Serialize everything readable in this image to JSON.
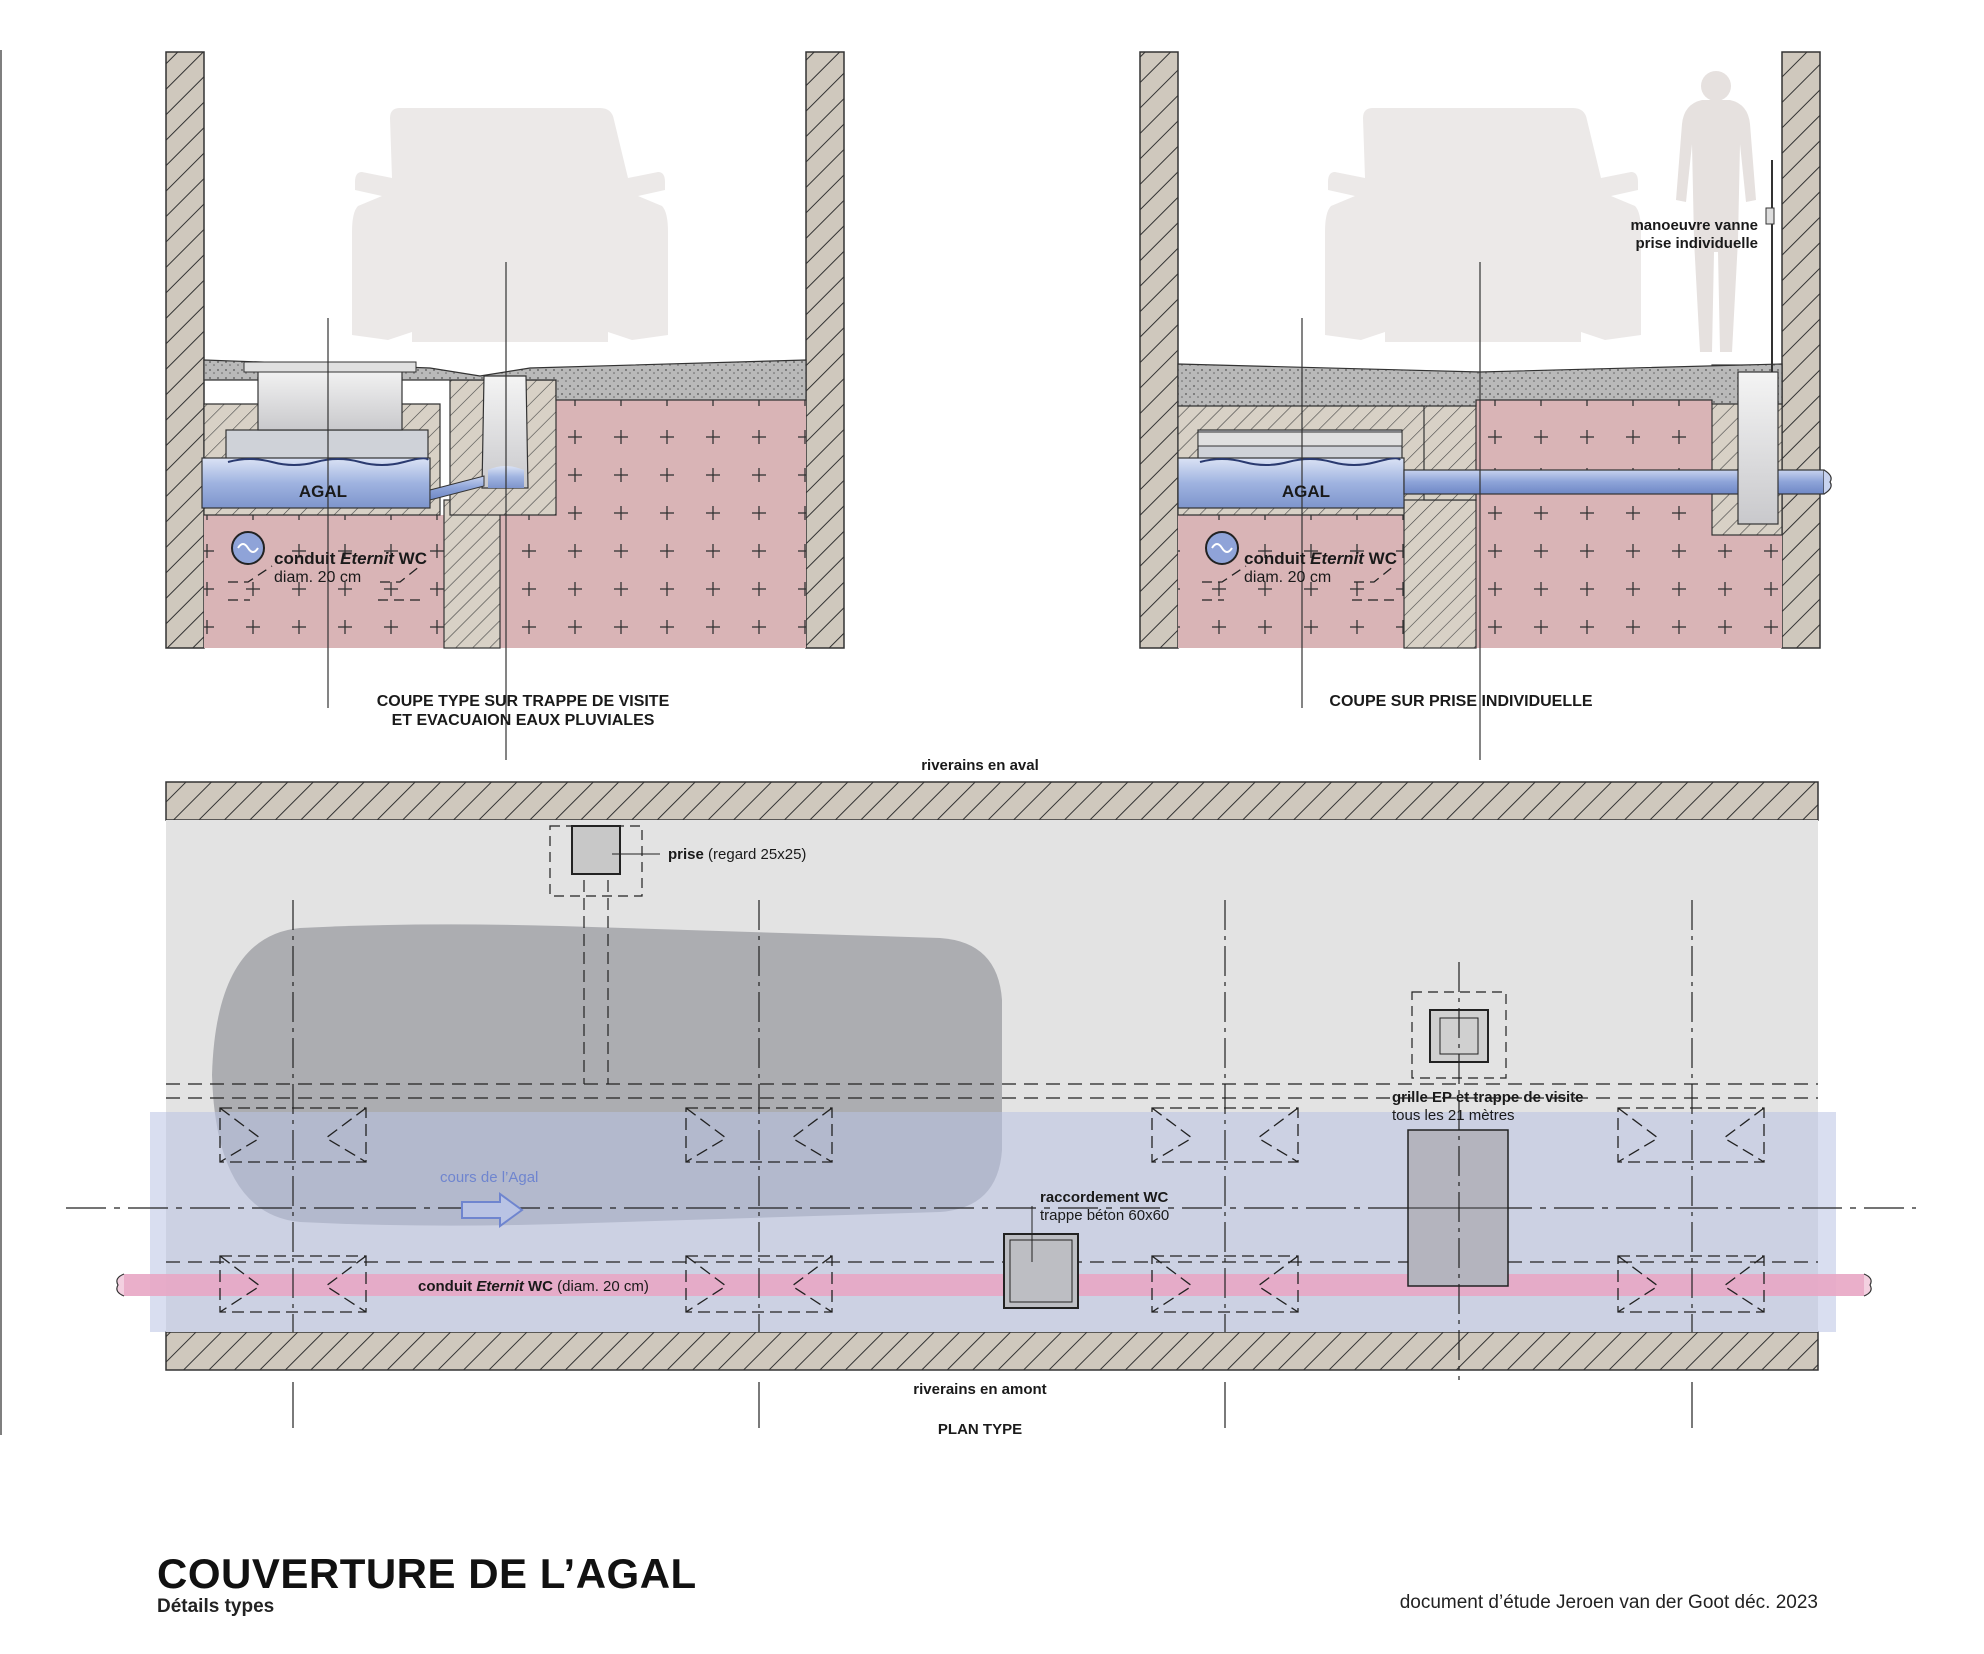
{
  "section1": {
    "title_line1": "COUPE TYPE SUR TRAPPE DE VISITE",
    "title_line2": "ET EVACUAION EAUX PLUVIALES",
    "channel_label": "AGAL",
    "pipe_label_prefix": "conduit ",
    "pipe_label_brand": "Eternit",
    "pipe_label_suffix": " WC",
    "pipe_diameter": "diam. 20 cm"
  },
  "section2": {
    "title": "COUPE SUR PRISE INDIVIDUELLE",
    "channel_label": "AGAL",
    "pipe_label_prefix": "conduit ",
    "pipe_label_brand": "Eternit",
    "pipe_label_suffix": " WC",
    "pipe_diameter": "diam. 20 cm",
    "valve_line1": "manoeuvre vanne",
    "valve_line2": "prise individuelle"
  },
  "plan": {
    "title": "PLAN TYPE",
    "top_side": "riverains en aval",
    "bottom_side": "riverains en amont",
    "prise_bold": "prise",
    "prise_rest": " (regard 25x25)",
    "grille_line1": "grille EP et trappe de visite",
    "grille_line2": "tous les 21 mètres",
    "raccord_line1": "raccordement WC",
    "raccord_line2": "trappe béton 60x60",
    "flow_label": "cours de l’Agal",
    "pipe_prefix": "conduit ",
    "pipe_brand": "Eternit",
    "pipe_suffix": " WC",
    "pipe_rest": " (diam. 20 cm)"
  },
  "footer": {
    "title": "COUVERTURE DE L’AGAL",
    "subtitle": "Détails types",
    "credit": "document d’étude Jeroen van der Goot déc. 2023"
  },
  "colors": {
    "wall": "#cfc8bd",
    "soil": "#d9b4b6",
    "water": "#8ea6d6",
    "pipe": "#e8a6c4",
    "road_plan": "#e3e3e3",
    "car_silhouette": "#ece9e8",
    "car_plan": "#a7a8ac",
    "flow_band": "#b9c3e4",
    "flow_label": "#6f85cf"
  },
  "icons": [
    "car-silhouette",
    "person-silhouette",
    "flow-arrow-icon",
    "pipe-cross-section-icon"
  ]
}
